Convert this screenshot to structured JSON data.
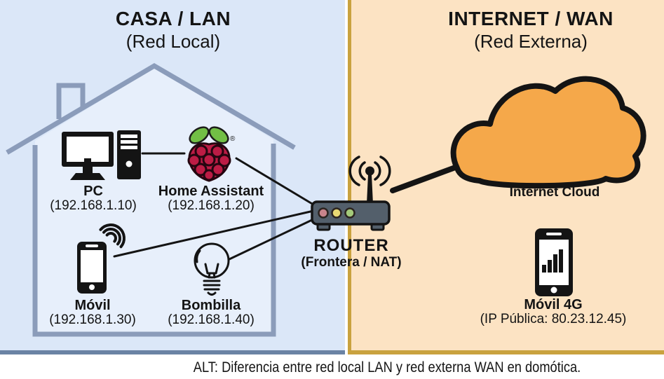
{
  "lan": {
    "title": "CASA / LAN",
    "subtitle": "(Red Local)",
    "pc": {
      "name": "PC",
      "ip": "(192.168.1.10)"
    },
    "home_assistant": {
      "name": "Home Assistant",
      "ip": "(192.168.1.20)",
      "registered_mark": "®"
    },
    "movil": {
      "name": "Móvil",
      "ip": "(192.168.1.30)"
    },
    "bombilla": {
      "name": "Bombilla",
      "ip": "(192.168.1.40)"
    }
  },
  "wan": {
    "title": "INTERNET / WAN",
    "subtitle": "(Red Externa)",
    "cloud": {
      "label": "Internet Cloud"
    },
    "movil_4g": {
      "name": "Móvil 4G",
      "ip": "(IP Pública: 80.23.12.45)"
    }
  },
  "router": {
    "label": "ROUTER",
    "sublabel": "(Frontera / NAT)"
  },
  "caption": "ALT: Diferencia entre red local LAN y red externa WAN en domótica.",
  "colors": {
    "lan_bg": "#dbe7f8",
    "lan_border": "#6b83a4",
    "wan_bg": "#fce3c3",
    "wan_border": "#c9a23f",
    "house_outline": "#8b9cba",
    "house_fill": "#e7effb",
    "cloud_fill": "#f5a84a",
    "router_body": "#535f6b",
    "led_red": "#c9848b",
    "led_yellow": "#e9d973",
    "led_green": "#a4ca7a",
    "berry": "#bc1c45",
    "leaf": "#72bf45",
    "line": "#141414"
  }
}
